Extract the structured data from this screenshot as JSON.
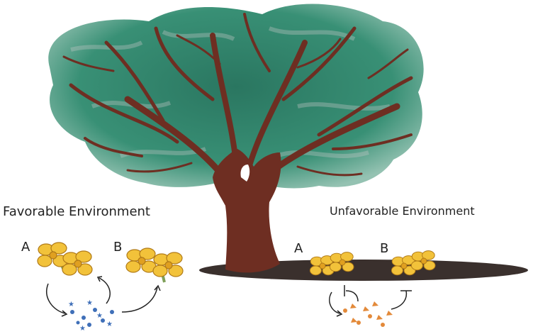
{
  "left_panel": {
    "title": "Favorable Environment",
    "letter_a": "A",
    "letter_b": "B",
    "signal_color": "#3f6fb8",
    "arrow_type": "promoting"
  },
  "right_panel": {
    "title": "Unfavorable Environment",
    "letter_a": "A",
    "letter_b": "B",
    "signal_color": "#e38a3a",
    "arrow_type": "inhibiting"
  },
  "colors": {
    "canopy": "#2e8a6e",
    "trunk": "#6e2e22",
    "shadow": "#3a302d",
    "flower": "#f2c23a",
    "flower_edge": "#b07a18",
    "flower_stem": "#7fa05a"
  }
}
